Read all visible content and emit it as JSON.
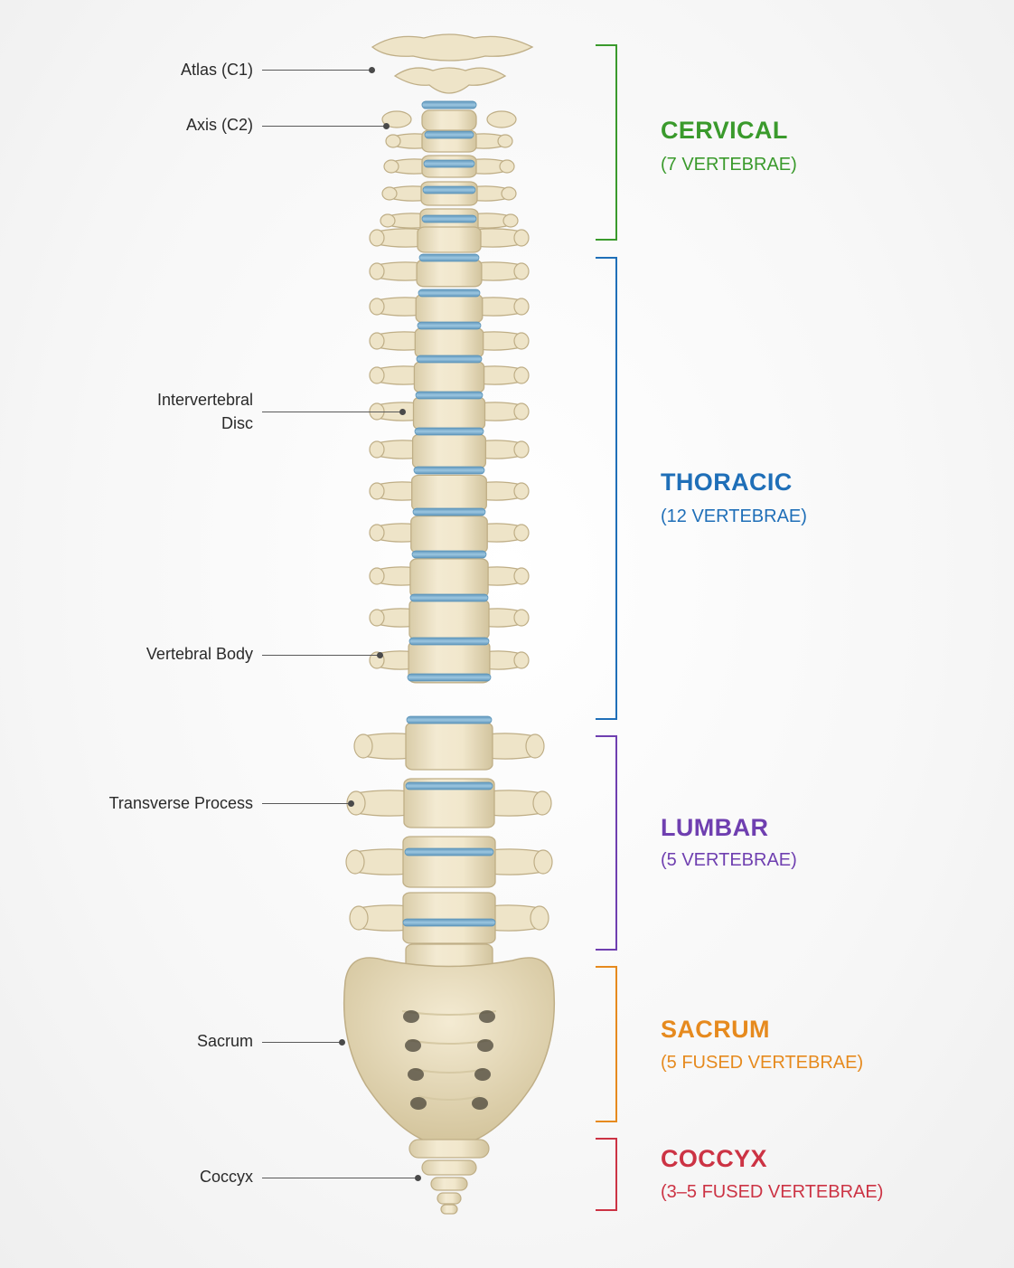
{
  "left_labels": {
    "atlas": "Atlas (C1)",
    "axis": "Axis (C2)",
    "disc_line1": "Intervertebral",
    "disc_line2": "Disc",
    "vertebral_body": "Vertebral Body",
    "transverse_process": "Transverse Process",
    "sacrum": "Sacrum",
    "coccyx": "Coccyx"
  },
  "regions": {
    "cervical": {
      "title": "CERVICAL",
      "count": "(7 VERTEBRAE)",
      "color": "#3a9a2c"
    },
    "thoracic": {
      "title": "THORACIC",
      "count": "(12 VERTEBRAE)",
      "color": "#1f6fb8"
    },
    "lumbar": {
      "title": "LUMBAR",
      "count": "(5 VERTEBRAE)",
      "color": "#6f3fb0"
    },
    "sacrum": {
      "title": "SACRUM",
      "count": "(5 FUSED VERTEBRAE)",
      "color": "#e68a1e"
    },
    "coccyx": {
      "title": "COCCYX",
      "count": "(3–5 FUSED VERTEBRAE)",
      "color": "#cc3344"
    }
  },
  "colors": {
    "bone": "#eee4c8",
    "bone_shadow": "#d6c9a4",
    "bone_outline": "#bfae86",
    "disc": "#7fb1d1",
    "disc_dark": "#5b93b8",
    "leader": "#5a5a5a",
    "label_text": "#2a2a2a"
  }
}
